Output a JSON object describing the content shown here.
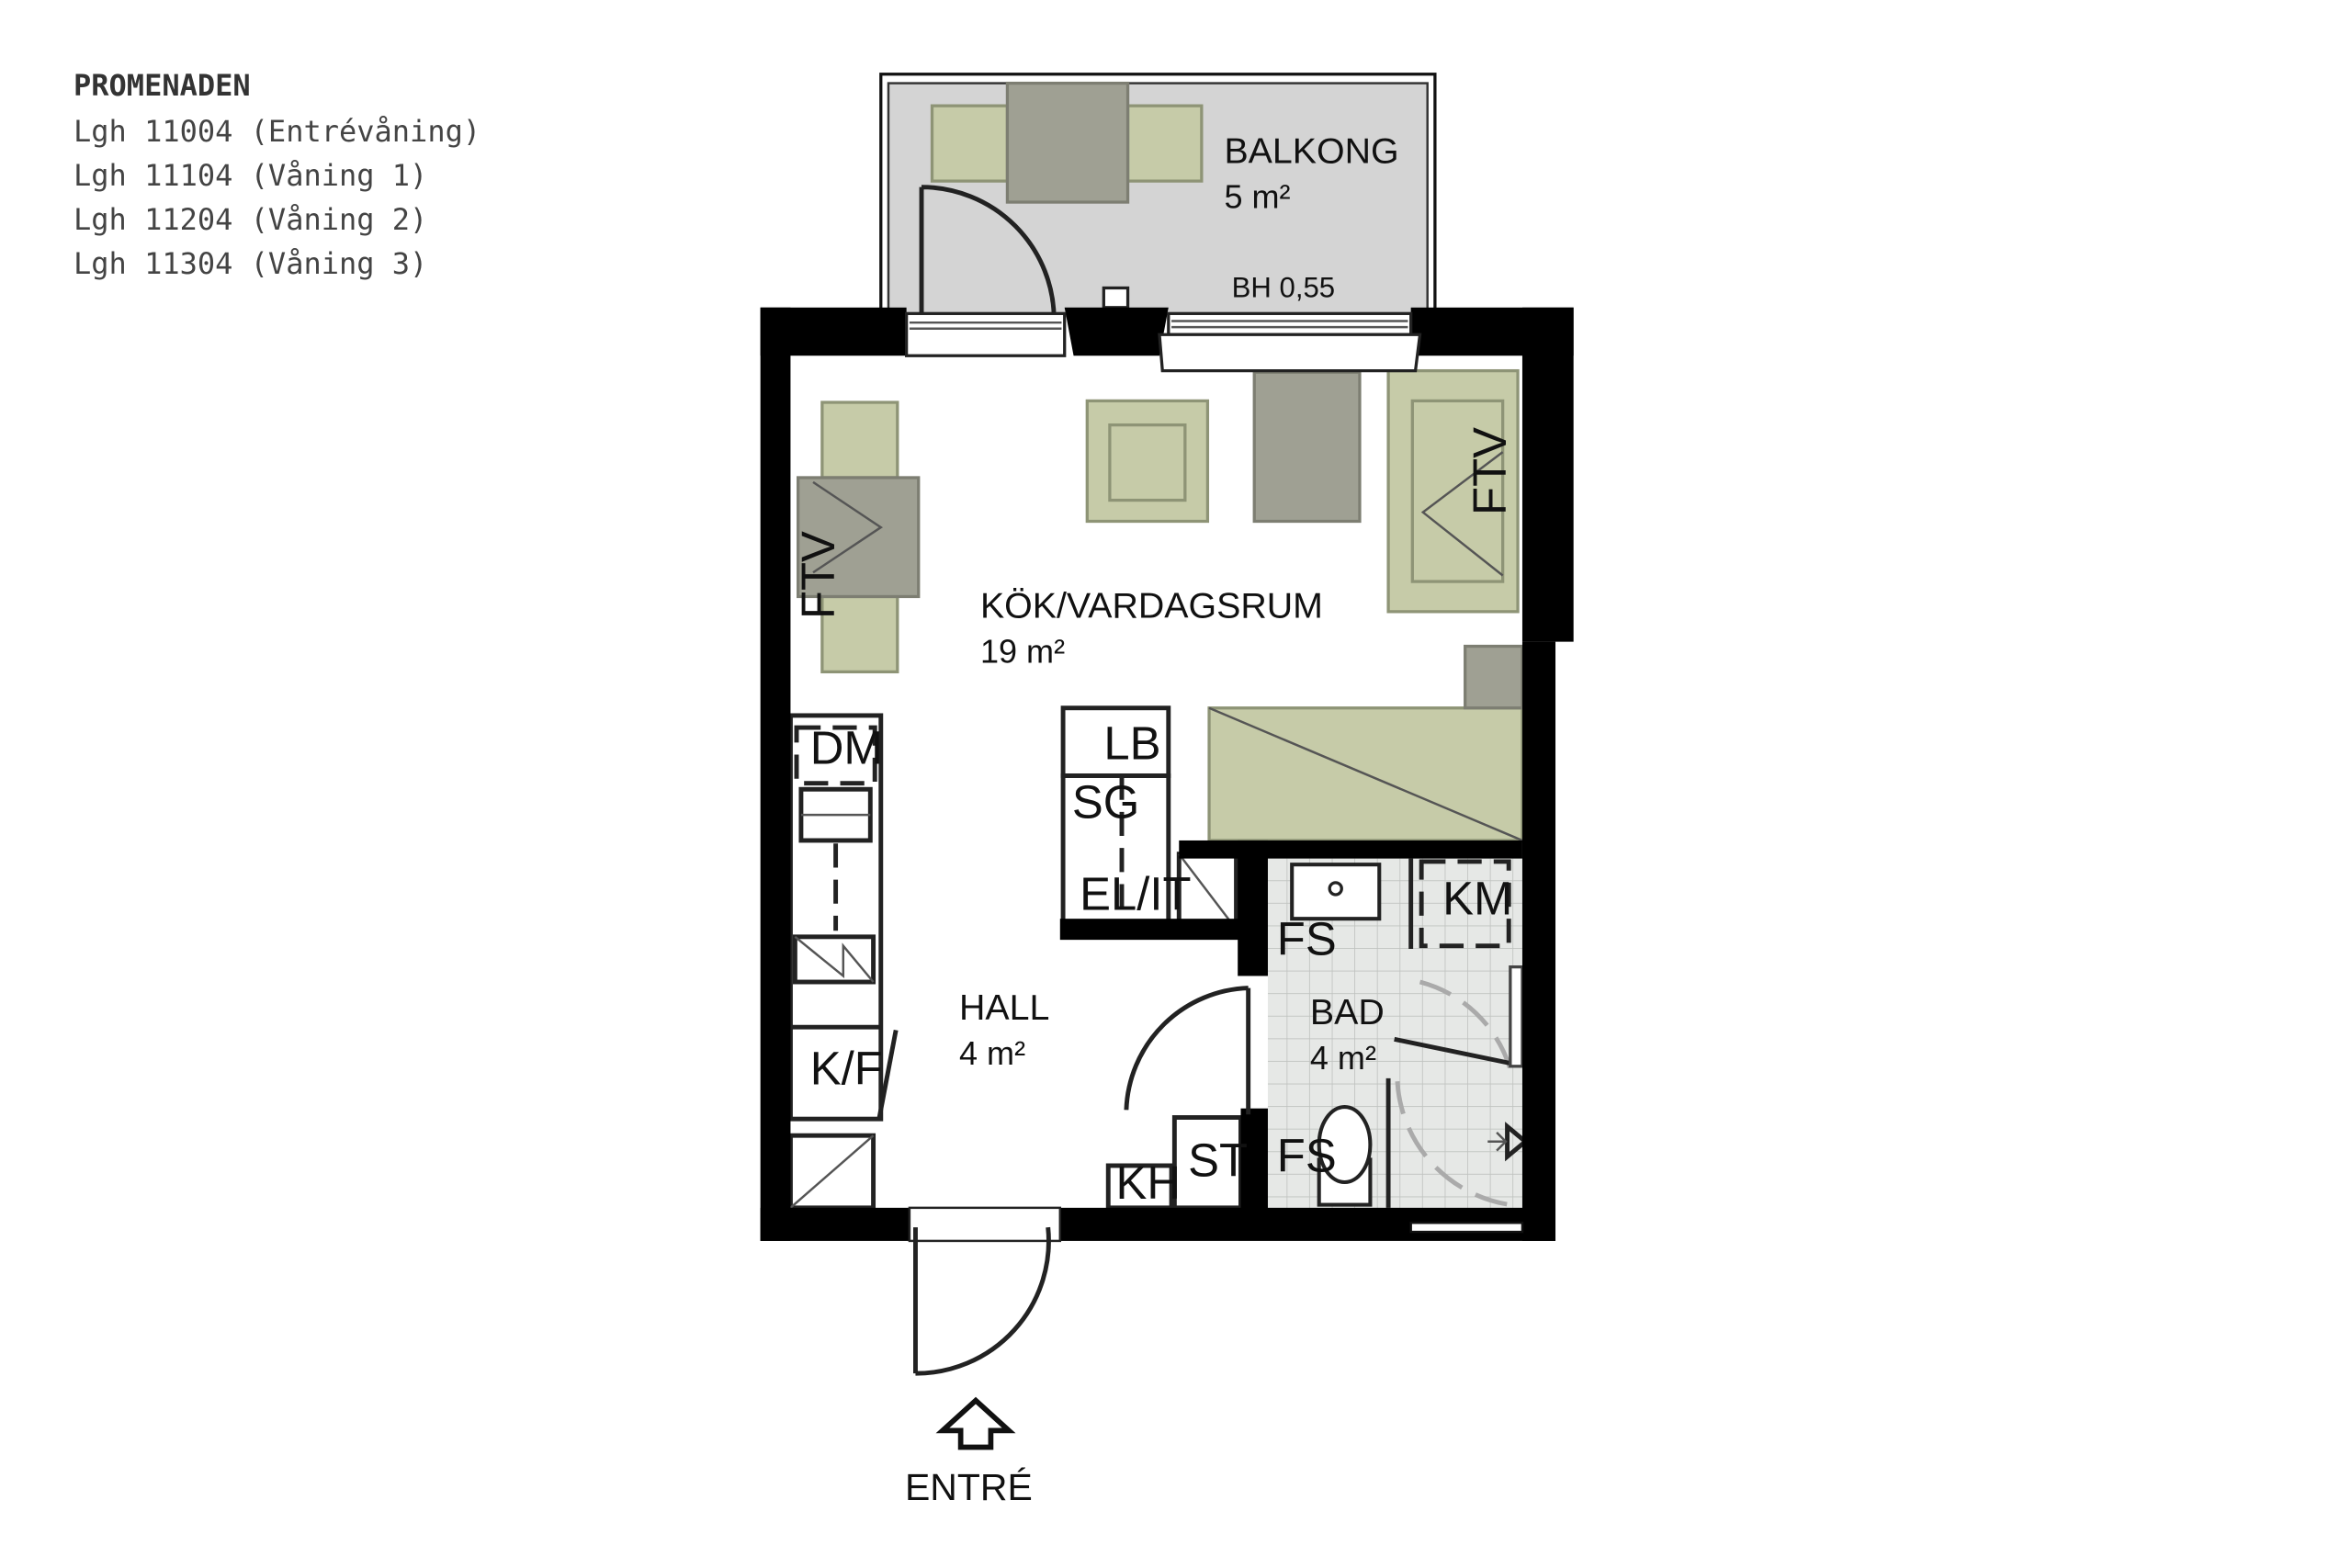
{
  "header": {
    "project": "PROMENADEN",
    "units": [
      "Lgh 11004 (Entrévåning)",
      "Lgh 11104 (Våning 1)",
      "Lgh 11204 (Våning 2)",
      "Lgh 11304 (Våning 3)"
    ]
  },
  "rooms": {
    "balcony": {
      "name": "BALKONG",
      "area": "5 m²",
      "railing": "BH 0,55"
    },
    "living": {
      "name": "KÖK/VARDAGSRUM",
      "area": "19 m²"
    },
    "hall": {
      "name": "HALL",
      "area": "4 m²"
    },
    "bath": {
      "name": "BAD",
      "area": "4 m²"
    }
  },
  "labels": {
    "ftv": "FTV",
    "dm": "DM",
    "kf": "K/F",
    "lb": "LB",
    "sg": "SG",
    "elit": "EL/IT",
    "km": "KM",
    "fs": "FS",
    "st": "ST",
    "kh": "KH"
  },
  "entrance": "ENTRÉ",
  "colors": {
    "wall": "#000000",
    "furniture": "#c6cba8",
    "table": "#9fa093",
    "balcony_floor": "#d4d4d4",
    "bath_tile": "#e6e8e6"
  }
}
